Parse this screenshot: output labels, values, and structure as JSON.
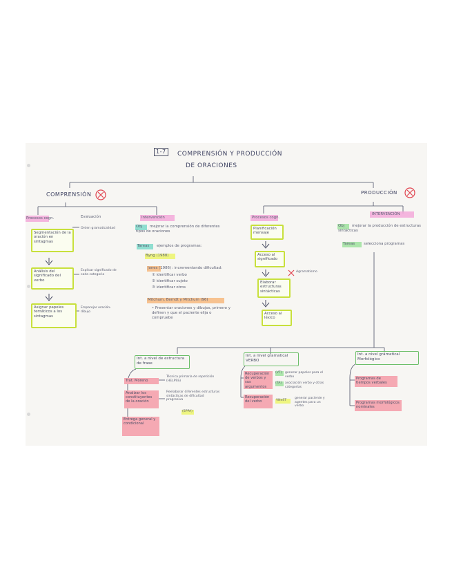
{
  "title_number": "1-7",
  "title_line1": "COMPRENSIÓN Y PRODUCCIÓN",
  "title_line2": "DE ORACIONES",
  "left": {
    "heading": "COMPRENSIÓN",
    "procesos": "Procesos cogn.",
    "evaluacion": "Evaluación",
    "box1": "Segmentación de la oración en sintagmas",
    "note1": "Orden gramaticalidad",
    "box2": "Análisis del significado del verbo",
    "note2": "Explicar significado de cada categoria",
    "box3": "Asignar papeles temáticos a los sintagmas",
    "note3": "Emparejar oración-dibujo",
    "intervencion": "Intervención",
    "obj_tag": "Obj",
    "obj_text": "mejorar la comprensión de diferentes tipos de oraciones",
    "tareas_tag": "Tareas",
    "tareas_text": "ejemplos de programas:",
    "byng": "Byng (1988)",
    "jones": "Jones (1986)",
    "jones_text": ": incrementando dificultad:",
    "step1": "① identificar verbo",
    "step2": "② identificar sujeto",
    "step3": "③ identificar otros",
    "mitchum": "Mitchum, Berndt y Mitchum (96)",
    "mitchum_text": "• Presentar oraciones y dibujos, primero y definen y que el paciente elija o compruebe"
  },
  "right": {
    "heading": "PRODUCCIÓN",
    "procesos": "Procesos cogn.",
    "box1": "Planificación mensaje",
    "box2": "Acceso al significado",
    "box3": "Elaborar estructuras sintácticas",
    "agramatismo": "Agramatismo",
    "box4": "Acceso al léxico",
    "intervencion": "INTERVENCIÓN",
    "obj_tag": "Obj",
    "obj_text": "mejorar la producción de estructuras sintácticas",
    "tareas_tag": "Tareas",
    "tareas_text": "selecciona programas"
  },
  "bottom": {
    "level1": "Int. a nivel de estructura de frase",
    "level1_a": "Trat. Moreno",
    "level1_a_note": "Técnica primaria de repetición (HELPSS)",
    "level1_b": "Analizar los constituyentes de la oración",
    "level1_b_note": "Reelaborar diferentes estructuras sintácticas de dificultad progresiva",
    "level1_b_tag": "(SPPA)",
    "level1_c": "Entrega general y condicional",
    "level2": "Int. a nivel gramatical VERBO",
    "level2_a": "Recuperación de verbos y sus argumentos",
    "level2_a_tag1": "(VT)",
    "level2_a_note1": "generar papeles para el verbo",
    "level2_a_tag2": "(TA)",
    "level2_a_note2": "asociación verbo y otras categorías",
    "level2_b": "Recuperación del verbo",
    "level2_b_tag": "VNeST",
    "level2_b_note": "generar paciente y agentes para un verbo",
    "level3": "Int. a nivel gramatical Morfológico",
    "level3_a": "Programas de tiempos verbales",
    "level3_b": "Programas morfológicos nominales"
  }
}
